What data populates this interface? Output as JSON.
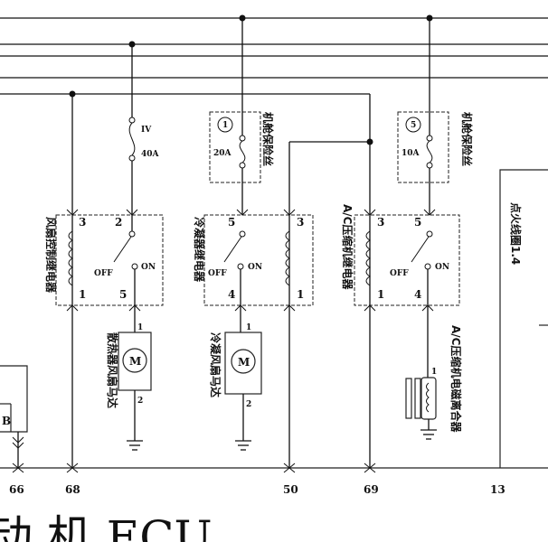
{
  "relays": {
    "fan_control": {
      "label": "风扇控制继电器",
      "pin_a": "3",
      "pin_b": "2",
      "pin_c": "1",
      "pin_d": "5",
      "off": "OFF",
      "on": "ON"
    },
    "condenser": {
      "label": "冷凝器继电器",
      "pin_a": "5",
      "pin_b": "3",
      "pin_c": "4",
      "pin_d": "1",
      "off": "OFF",
      "on": "ON"
    },
    "ac_compressor": {
      "label": "A/C压缩机继电器",
      "pin_a": "3",
      "pin_b": "5",
      "pin_c": "1",
      "pin_d": "4",
      "off": "OFF",
      "on": "ON"
    }
  },
  "fuses": {
    "main": {
      "line1": "IV",
      "line2": "40A"
    },
    "fuse1": {
      "number": "1",
      "rating": "20A",
      "label": "机舱保险丝"
    },
    "fuse5": {
      "number": "5",
      "rating": "10A",
      "label": "机舱保险丝"
    }
  },
  "motors": {
    "radiator": {
      "label": "散热器风扇马达",
      "symbol": "M",
      "pin_top": "1",
      "pin_bottom": "2"
    },
    "condenser": {
      "label": "冷凝风扇马达",
      "symbol": "M",
      "pin_top": "1",
      "pin_bottom": "2"
    }
  },
  "clutch": {
    "label": "A/C压缩机电磁离合器",
    "pin_top": "1"
  },
  "ignition": {
    "label": "点火线圈1.4"
  },
  "left_box": {
    "letter": "B"
  },
  "terminals": [
    "66",
    "68",
    "50",
    "69",
    "13"
  ],
  "ecu": {
    "text": "动 机 ECU"
  }
}
